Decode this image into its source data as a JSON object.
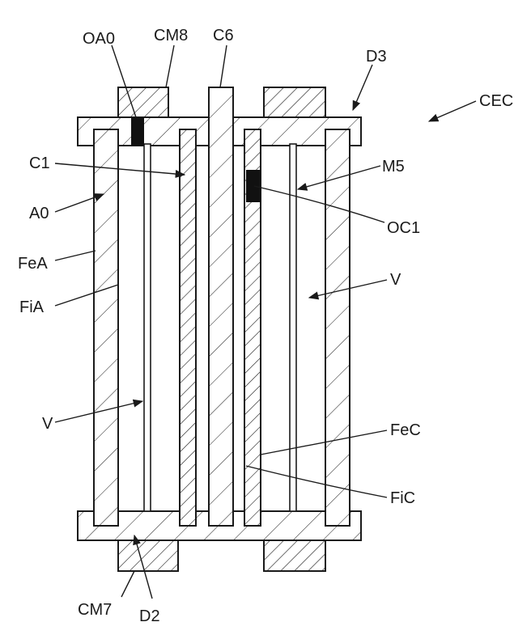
{
  "labels": {
    "oa0": "OA0",
    "cm8": "CM8",
    "c6": "C6",
    "d3": "D3",
    "cec": "CEC",
    "c1": "C1",
    "m5": "M5",
    "a0": "A0",
    "oc1": "OC1",
    "fea": "FeA",
    "fia": "FiA",
    "v_right": "V",
    "v_left": "V",
    "fec": "FeC",
    "fic": "FiC",
    "cm7": "CM7",
    "d2": "D2"
  },
  "colors": {
    "ink": "#1a1a1a",
    "background": "#ffffff",
    "seal": "#111111"
  }
}
